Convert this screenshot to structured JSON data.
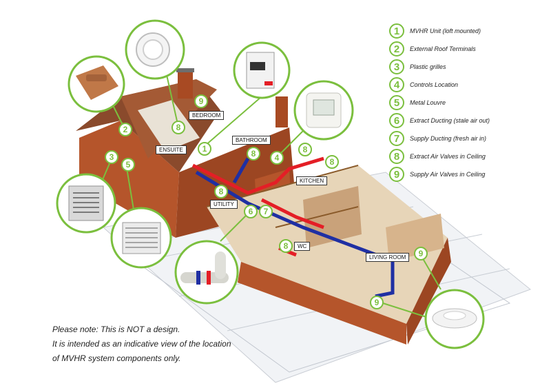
{
  "legend": [
    {
      "num": "1",
      "label": "MVHR Unit (loft mounted)"
    },
    {
      "num": "2",
      "label": "External Roof Terminals"
    },
    {
      "num": "3",
      "label": "Plastic grilles"
    },
    {
      "num": "4",
      "label": "Controls Location"
    },
    {
      "num": "5",
      "label": "Metal Louvre"
    },
    {
      "num": "6",
      "label": "Extract Ducting (stale air out)"
    },
    {
      "num": "7",
      "label": "Supply Ducting (fresh air in)"
    },
    {
      "num": "8",
      "label": "Extract Air Valves in Ceiling"
    },
    {
      "num": "9",
      "label": "Supply Air Valves in Ceiling"
    }
  ],
  "rooms": {
    "bedroom": "BEDROOM",
    "ensuite": "ENSUITE",
    "bathroom": "BATHROOM",
    "kitchen": "KITCHEN",
    "utility": "UTILITY",
    "wc": "WC",
    "living_room": "LIVING ROOM"
  },
  "badges": {
    "b9_bedroom": "9",
    "b8_ensuite": "8",
    "b1_loft": "1",
    "b8_bathroom": "8",
    "b4_controls": "4",
    "b8_kitchen_a": "8",
    "b8_kitchen_b": "8",
    "b8_utility": "8",
    "b6_duct": "6",
    "b7_duct": "7",
    "b8_wc": "8",
    "b2_roof": "2",
    "b3_grille": "3",
    "b5_louvre": "5",
    "b9_living": "9",
    "b9_valve": "9"
  },
  "note": {
    "line1": "Please note: This is NOT a design.",
    "line2": "It is intended as an indicative view of the location",
    "line3": "of MVHR system components only."
  },
  "colors": {
    "accent_green": "#7bbf3e",
    "extract_duct": "#e41e26",
    "supply_duct": "#1f2fa3",
    "brick": "#b5552b"
  }
}
